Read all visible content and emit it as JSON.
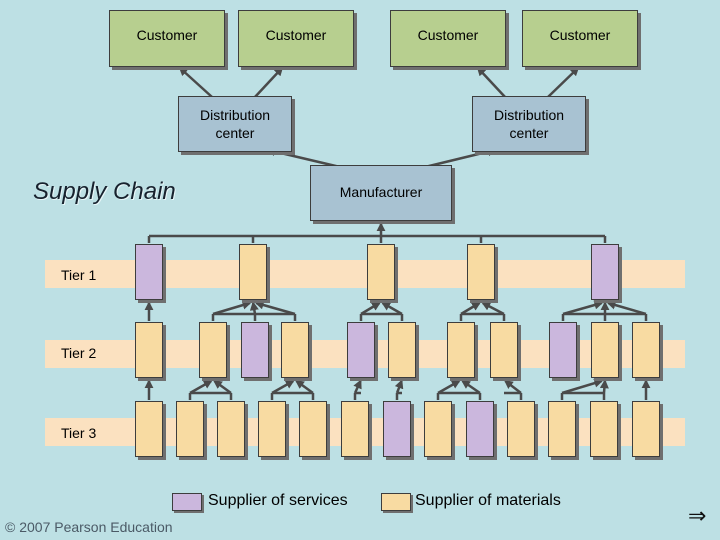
{
  "title": "Supply Chain",
  "customers": [
    "Customer",
    "Customer",
    "Customer",
    "Customer"
  ],
  "distribution_centers": [
    {
      "line1": "Distribution",
      "line2": "center"
    },
    {
      "line1": "Distribution",
      "line2": "center"
    }
  ],
  "manufacturer": "Manufacturer",
  "tiers": [
    "Tier 1",
    "Tier 2",
    "Tier 3"
  ],
  "tier1": [
    "services",
    "materials",
    "materials",
    "materials",
    "services"
  ],
  "tier2": [
    "materials",
    "materials",
    "services",
    "materials",
    "services",
    "materials",
    "materials",
    "materials",
    "services",
    "materials",
    "materials"
  ],
  "tier3": [
    "materials",
    "materials",
    "materials",
    "materials",
    "materials",
    "materials",
    "services",
    "materials",
    "services",
    "materials",
    "materials",
    "materials",
    "materials"
  ],
  "legend": {
    "services": "Supplier of services",
    "materials": "Supplier of materials"
  },
  "colors": {
    "background": "#bde0e4",
    "customer": "#b7cf8f",
    "center": "#a8c2d2",
    "services": "#cbb7dd",
    "materials": "#f8dba2",
    "tier_band": "#fbe1c0"
  },
  "copyright": "© 2007 Pearson Education",
  "nav_icon": "next-arrow-icon"
}
